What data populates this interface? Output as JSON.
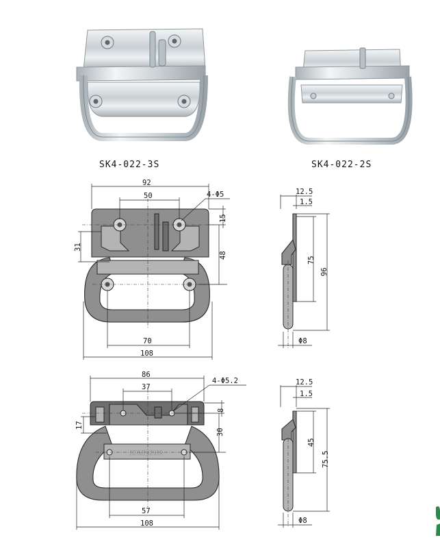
{
  "products": [
    {
      "model": "SK4-022-3S"
    },
    {
      "model": "SK4-022-2S"
    }
  ],
  "drawing_3s": {
    "front": {
      "overall_top": "92",
      "hole_spacing": "50",
      "holes": "4-Φ5",
      "top_offset": "15",
      "left_height": "31",
      "hole_vertical": "48",
      "bottom_hole_spacing": "70",
      "overall_width": "108"
    },
    "side": {
      "depth": "12.5",
      "thickness": "1.5",
      "height_inner": "75",
      "height_overall": "96",
      "rod_dia": "Φ8"
    }
  },
  "drawing_2s": {
    "front": {
      "overall_top": "86",
      "hole_spacing": "37",
      "holes": "4-Φ5.2",
      "top_offset": "8",
      "left_height": "17",
      "hole_vertical": "30",
      "bottom_hole_spacing": "57",
      "overall_width": "108",
      "brand": "KUNLONG"
    },
    "side": {
      "depth": "12.5",
      "thickness": "1.5",
      "height_inner": "45",
      "height_overall": "75.5",
      "rod_dia": "Φ8"
    }
  },
  "colors": {
    "metal_light": "#e4e8eb",
    "metal_dark": "#8c969c",
    "part_fill": "#8f8f8f",
    "line": "#222222",
    "edge_accent": "#2a8a4a"
  }
}
